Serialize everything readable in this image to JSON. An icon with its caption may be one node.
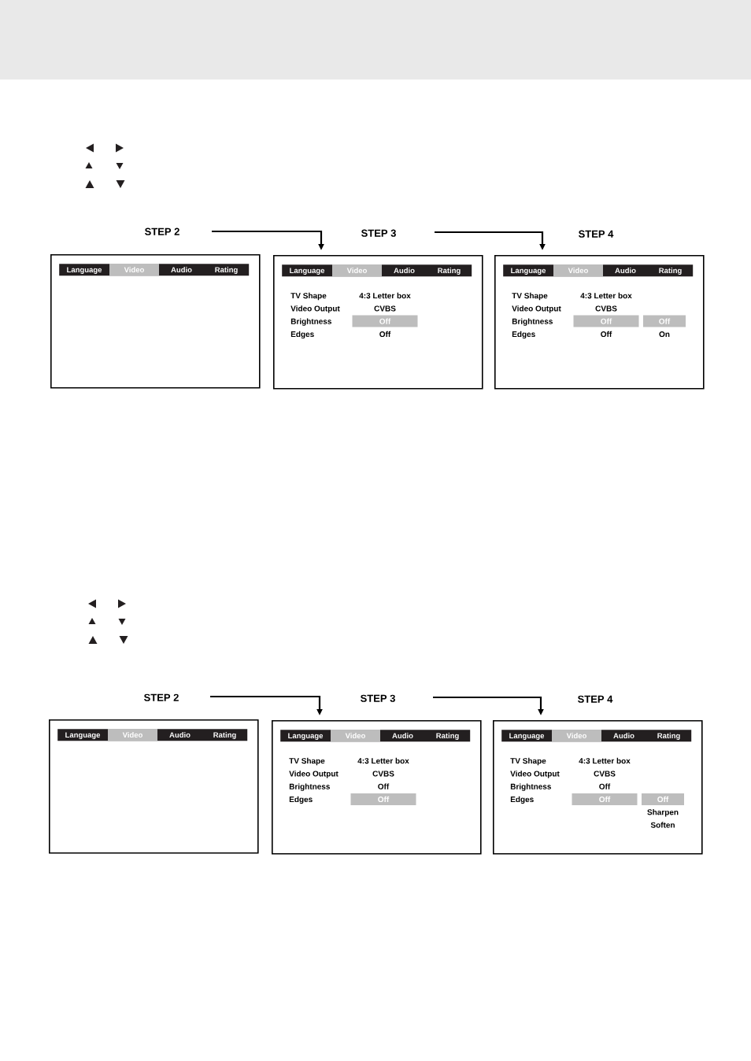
{
  "diagram": {
    "nodes": [
      {
        "text": [
          "STEP 2"
        ]
      },
      {
        "text": [
          "Language",
          "Video",
          "Audio",
          "Rating"
        ],
        "in": 0
      },
      {
        "text": [
          "STEP 3",
          "TV Shape",
          "4:3 Letter box",
          "Video Output",
          "CVBS",
          "Brightness",
          "Edges",
          "Off"
        ]
      },
      {
        "text": [
          "Language",
          "Video",
          "Audio",
          "Rating"
        ],
        "in": 2
      },
      {
        "text": [
          "Off"
        ],
        "in": 2
      },
      {
        "text": [
          "STEP 4",
          "TV Shape",
          "4:3 Letter box",
          "Video Output",
          "CVBS",
          "Brightness",
          "Edges",
          "Off",
          "On"
        ]
      },
      {
        "text": [
          "Language",
          "Video",
          "Audio",
          "Rating"
        ],
        "in": 5
      },
      {
        "text": [
          "Off"
        ],
        "in": 5
      },
      {
        "text": [
          "Off"
        ],
        "in": 5
      },
      {
        "text": [
          "STEP 2"
        ]
      },
      {
        "text": [
          "Language",
          "Video",
          "Audio",
          "Rating"
        ],
        "in": 9
      },
      {
        "text": [
          "STEP 3",
          "TV Shape",
          "4:3 Letter box",
          "Video Output",
          "CVBS",
          "Brightness",
          "Off",
          "Edges"
        ]
      },
      {
        "text": [
          "Language",
          "Video",
          "Audio",
          "Rating"
        ],
        "in": 11
      },
      {
        "text": [
          "Off"
        ],
        "in": 11
      },
      {
        "text": [
          "STEP 4",
          "TV Shape",
          "4:3 Letter box",
          "Video Output",
          "CVBS",
          "Brightness",
          "Off",
          "Edges",
          "Sharpen",
          "Soften"
        ]
      },
      {
        "text": [
          "Language",
          "Video",
          "Audio",
          "Rating"
        ],
        "in": 14
      },
      {
        "text": [
          "Off"
        ],
        "in": 14
      },
      {
        "text": [
          "Off"
        ],
        "in": 14
      }
    ],
    "edges": [
      {
        "from": 0,
        "to": 2,
        "arrow": "to"
      },
      {
        "from": 2,
        "to": 5,
        "arrow": "to"
      },
      {
        "from": 9,
        "to": 11,
        "arrow": "to"
      },
      {
        "from": 11,
        "to": 14,
        "arrow": "to"
      }
    ]
  }
}
